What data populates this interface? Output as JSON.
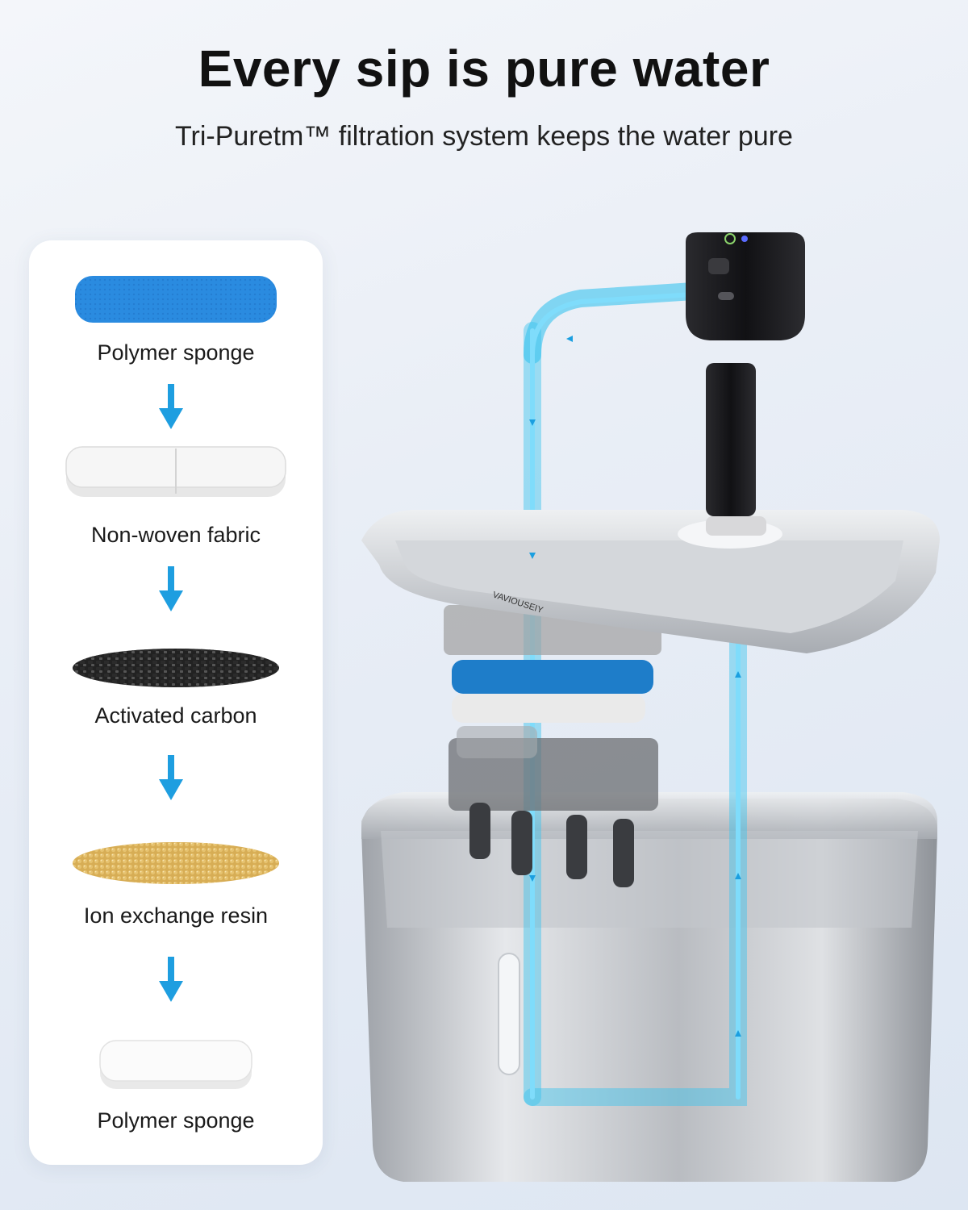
{
  "header": {
    "title": "Every sip is pure water",
    "subtitle": "Tri-Puretm™ filtration system keeps the water pure"
  },
  "filter_layers": [
    {
      "label": "Polymer sponge",
      "icon": "blue-sponge-icon"
    },
    {
      "label": "Non-woven fabric",
      "icon": "fabric-pad-icon"
    },
    {
      "label": "Activated carbon",
      "icon": "carbon-granules-icon"
    },
    {
      "label": "Ion exchange resin",
      "icon": "resin-beads-icon"
    },
    {
      "label": "Polymer sponge",
      "icon": "white-sponge-icon"
    }
  ],
  "product": {
    "brand_label": "VAVIOUSEIY",
    "colors": {
      "water_flow": "#39c3ee",
      "pump": "#1c1c1f",
      "steel": "#c9ccd1"
    }
  }
}
